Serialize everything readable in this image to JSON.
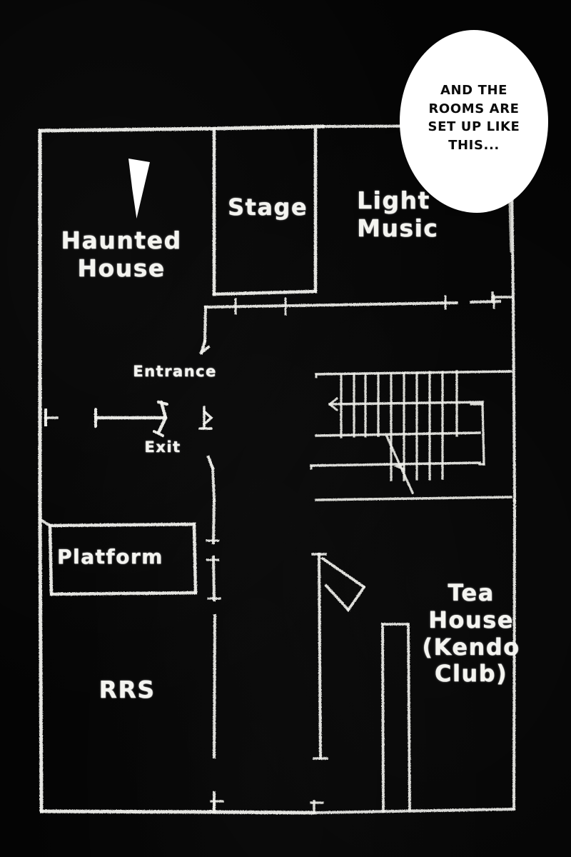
{
  "panel": {
    "medium": "chalk-floor-plan-on-blackboard",
    "board_color": "#050505",
    "chalk_color": "#f4f4f0"
  },
  "speech_bubble": {
    "name": "narration-speech-balloon",
    "text": "AND THE\nROOMS ARE\nSET UP LIKE\nTHIS...",
    "fill_color": "#ffffff",
    "text_color": "#0b0b0b"
  },
  "floor_plan": {
    "labels": {
      "haunted_house": "Haunted\nHouse",
      "stage": "Stage",
      "light_music": "Light\nMusic",
      "entrance": "Entrance",
      "exit": "Exit",
      "platform": "Platform",
      "rrs": "RRS",
      "tea_house": "Tea\nHouse\n(Kendo\nClub)"
    },
    "rooms": [
      {
        "id": "haunted-house",
        "label": "Haunted House"
      },
      {
        "id": "stage",
        "label": "Stage"
      },
      {
        "id": "light-music",
        "label": "Light Music"
      },
      {
        "id": "platform",
        "label": "Platform"
      },
      {
        "id": "rrs",
        "label": "RRS"
      },
      {
        "id": "tea-house",
        "label": "Tea House (Kendo Club)"
      }
    ],
    "markers": [
      {
        "id": "entrance-marker",
        "label": "Entrance"
      },
      {
        "id": "exit-marker",
        "label": "Exit"
      },
      {
        "id": "door-triangle-marker",
        "label": "door"
      },
      {
        "id": "left-wall-door",
        "label": "door"
      }
    ]
  }
}
